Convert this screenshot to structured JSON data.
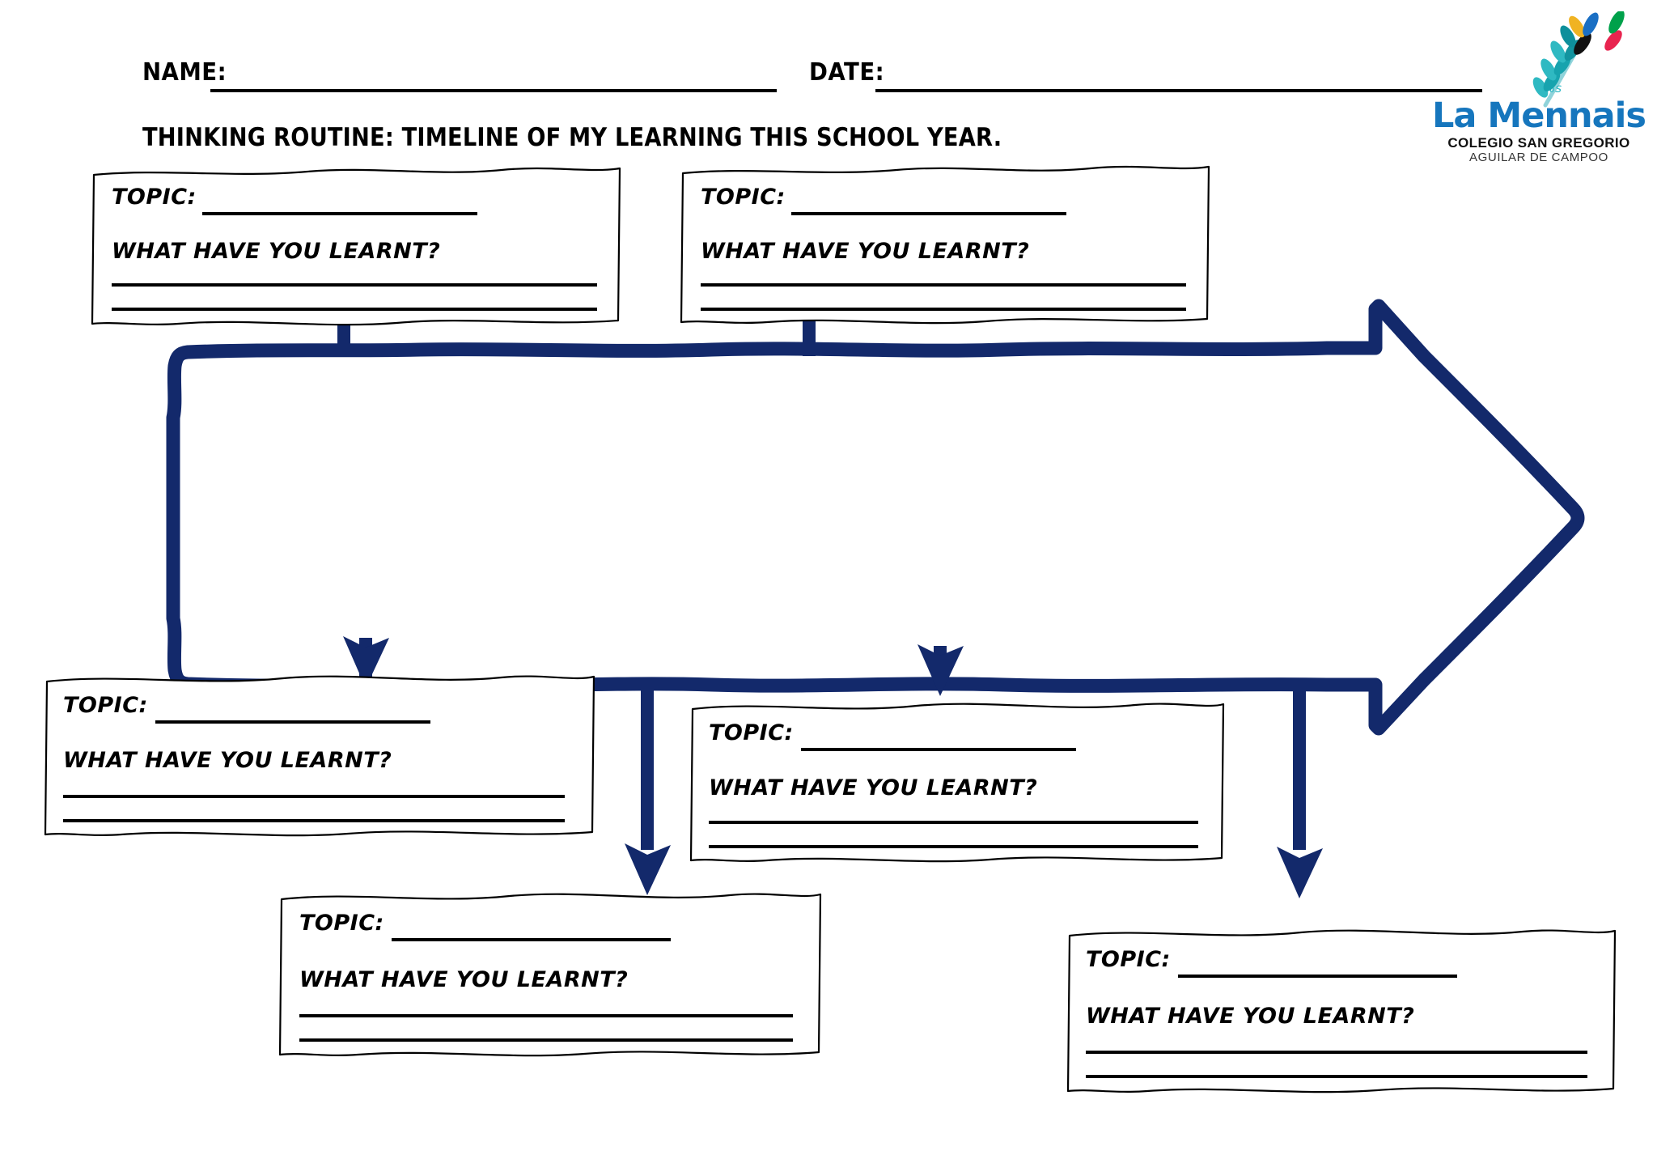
{
  "header": {
    "name_label": "NAME:",
    "date_label": "DATE:",
    "routine_title": "THINKING ROUTINE: TIMELINE OF MY LEARNING THIS SCHOOL YEAR."
  },
  "logo": {
    "wordmark": "La Mennais",
    "line1": "COLEGIO SAN GREGORIO",
    "line2": "AGUILAR DE CAMPOO",
    "wordmark_color": "#1676bd",
    "leaf_colors": [
      "#16a9b4",
      "#13a3ae",
      "#21b2bc",
      "#0e8f9b",
      "#2fb9c2",
      "#f0b323",
      "#1a6fc4",
      "#111111",
      "#00a14b",
      "#e8244f"
    ]
  },
  "timeline": {
    "arrow_color": "#13296b",
    "direction": "left-to-right",
    "description": "large hollow right-pointing arrow spanning the page with six branch arrows"
  },
  "boxes": [
    {
      "id": "box-top-1",
      "topic_label": "TOPIC:",
      "question_label": "WHAT HAVE YOU LEARNT?",
      "answer_lines": 2,
      "position": "top-left"
    },
    {
      "id": "box-top-2",
      "topic_label": "TOPIC:",
      "question_label": "WHAT HAVE YOU LEARNT?",
      "answer_lines": 2,
      "position": "top-center"
    },
    {
      "id": "box-bot-1",
      "topic_label": "TOPIC:",
      "question_label": "WHAT HAVE YOU LEARNT?",
      "answer_lines": 2,
      "position": "middle-left"
    },
    {
      "id": "box-bot-2",
      "topic_label": "TOPIC:",
      "question_label": "WHAT HAVE YOU LEARNT?",
      "answer_lines": 2,
      "position": "middle-center"
    },
    {
      "id": "box-bot-3",
      "topic_label": "TOPIC:",
      "question_label": "WHAT HAVE YOU LEARNT?",
      "answer_lines": 2,
      "position": "bottom-left"
    },
    {
      "id": "box-bot-4",
      "topic_label": "TOPIC:",
      "question_label": "WHAT HAVE YOU LEARNT?",
      "answer_lines": 2,
      "position": "bottom-right"
    }
  ]
}
